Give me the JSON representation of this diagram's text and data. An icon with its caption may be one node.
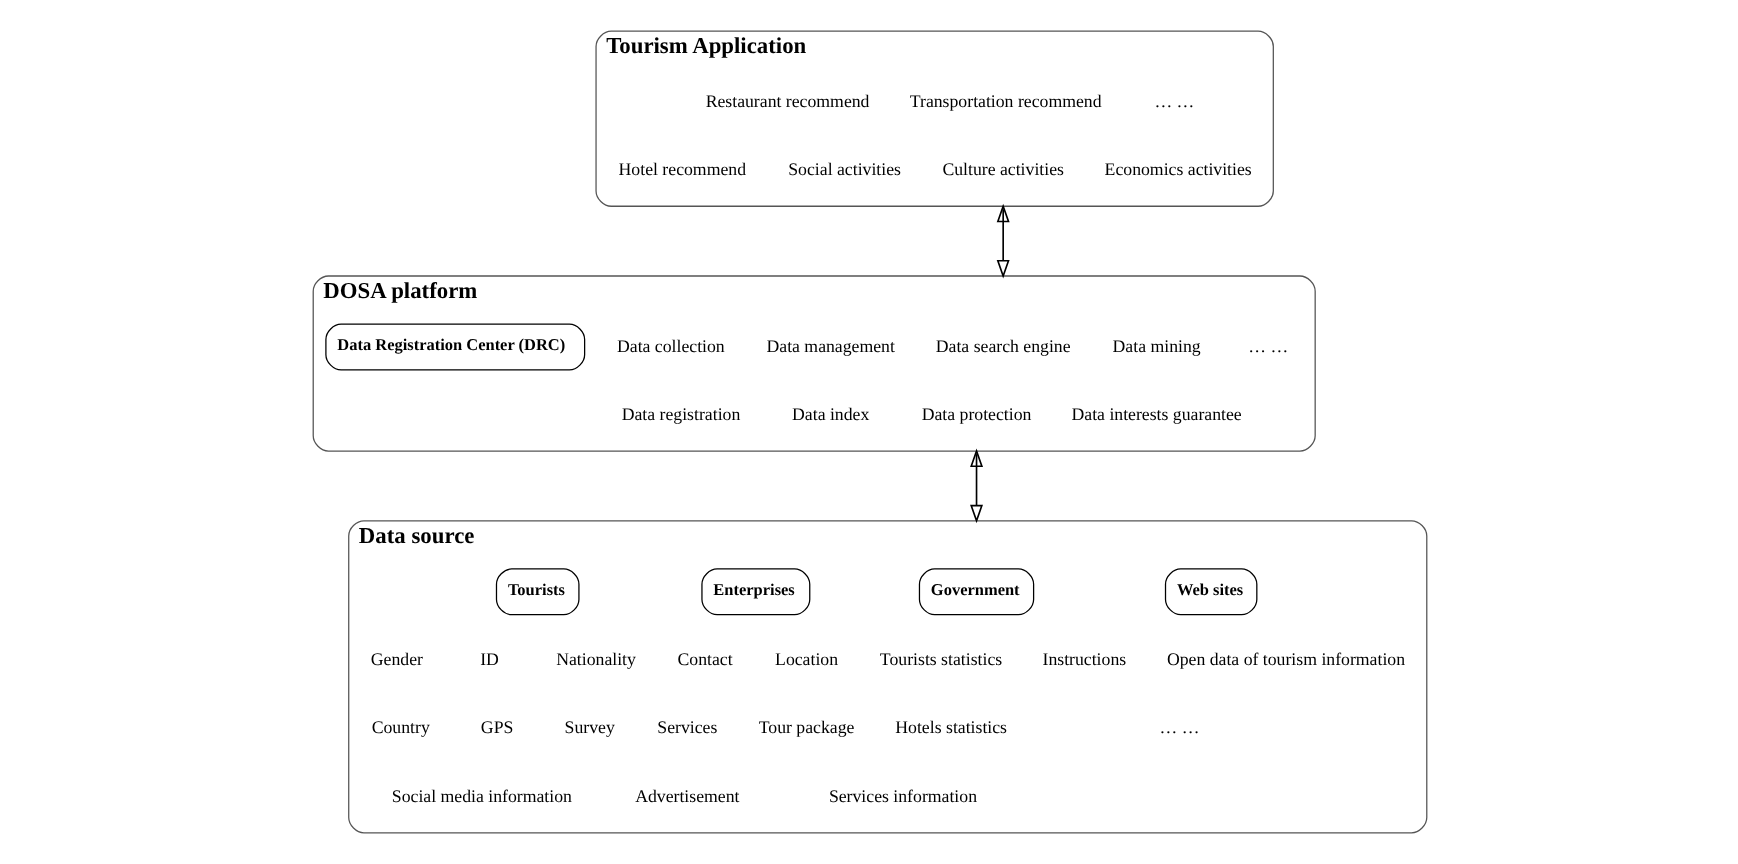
{
  "diagram": {
    "nodes": [
      {
        "text": [
          "Tourism Application"
        ]
      },
      {
        "text": [
          "DOSA platform"
        ]
      },
      {
        "text": [
          "Data Registration Center (DRC)"
        ],
        "in": 1
      },
      {
        "text": [
          "Data source"
        ]
      },
      {
        "text": [
          "Tourists"
        ],
        "in": 3
      },
      {
        "text": [
          "Enterprises"
        ],
        "in": 3
      },
      {
        "text": [
          "Government"
        ],
        "in": 3
      },
      {
        "text": [
          "Web sites"
        ],
        "in": 3
      }
    ],
    "edges": [
      {
        "from": 0,
        "to": 1,
        "arrow": "both"
      },
      {
        "from": 1,
        "to": 3,
        "arrow": "both"
      }
    ],
    "labels": [
      "Restaurant recommend",
      "Transportation recommend",
      "… …",
      "Hotel recommend",
      "Social activities",
      "Culture activities",
      "Economics activities",
      "Data collection",
      "Data management",
      "Data search engine",
      "Data mining",
      "… …",
      "Data registration",
      "Data index",
      "Data protection",
      "Data interests guarantee",
      "Gender",
      "ID",
      "Nationality",
      "Country",
      "GPS",
      "Survey",
      "Social media information",
      "Contact",
      "Location",
      "Services",
      "Tour package",
      "Advertisement",
      "Tourists statistics",
      "Instructions",
      "Hotels statistics",
      "Services information",
      "Open data of tourism information",
      "… …"
    ]
  }
}
